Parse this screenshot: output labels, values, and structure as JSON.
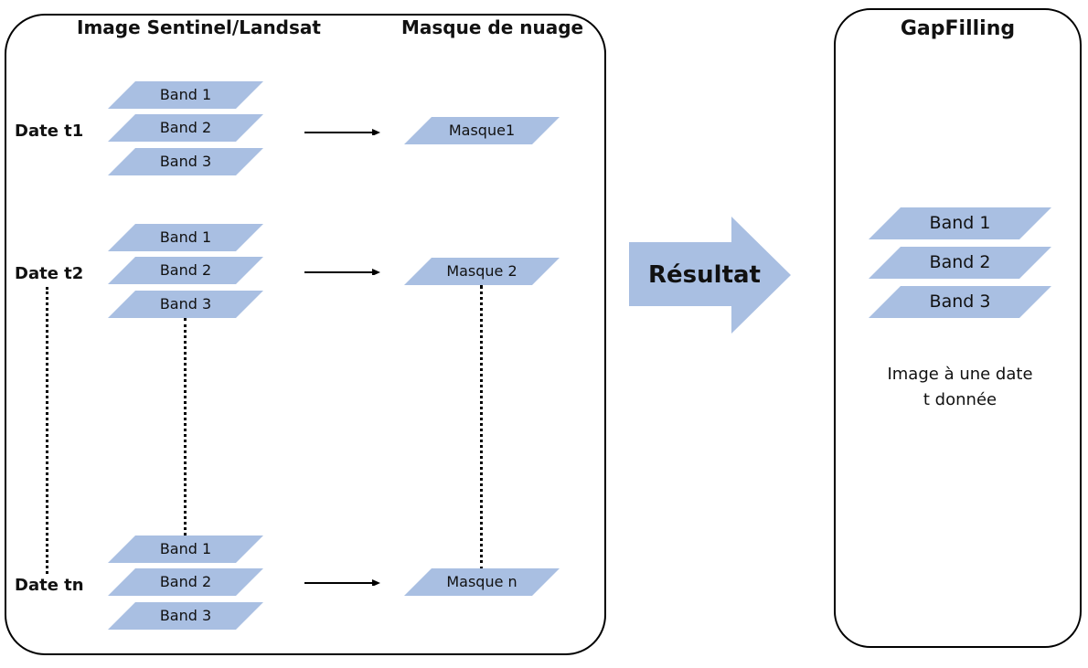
{
  "left_panel": {
    "header_image": "Image Sentinel/Landsat",
    "header_mask": "Masque de nuage"
  },
  "dates": [
    {
      "label": "Date t1",
      "bands": [
        "Band 1",
        "Band 2",
        "Band 3"
      ],
      "mask": "Masque1"
    },
    {
      "label": "Date t2",
      "bands": [
        "Band 1",
        "Band 2",
        "Band 3"
      ],
      "mask": "Masque 2"
    },
    {
      "label": "Date tn",
      "bands": [
        "Band 1",
        "Band 2",
        "Band 3"
      ],
      "mask": "Masque n"
    }
  ],
  "result_arrow": {
    "label": "Résultat"
  },
  "right_panel": {
    "title": "GapFilling",
    "bands": [
      "Band 1",
      "Band 2",
      "Band 3"
    ],
    "caption_line1": "Image à une date",
    "caption_line2": "t donnée"
  },
  "colors": {
    "band_fill": "#a9bfe2",
    "arrow_fill": "#a9bfe2",
    "stroke": "#000000"
  }
}
